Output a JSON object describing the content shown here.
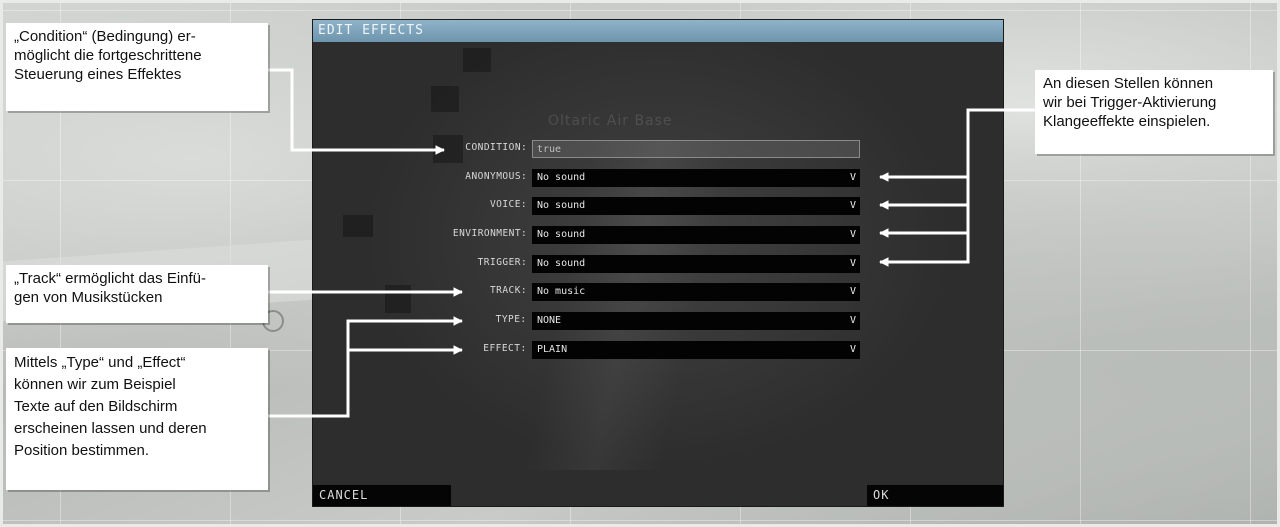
{
  "dialog": {
    "title": "EDIT EFFECTS",
    "background_label": "Oltaric Air Base",
    "condition": {
      "label": "CONDITION:",
      "value": "true"
    },
    "rows": [
      {
        "label": "ANONYMOUS:",
        "value": "No sound",
        "arrow": "V"
      },
      {
        "label": "VOICE:",
        "value": "No sound",
        "arrow": "V"
      },
      {
        "label": "ENVIRONMENT:",
        "value": "No sound",
        "arrow": "V"
      },
      {
        "label": "TRIGGER:",
        "value": "No sound",
        "arrow": "V"
      },
      {
        "label": "TRACK:",
        "value": "No music",
        "arrow": "V"
      },
      {
        "label": "TYPE:",
        "value": "NONE",
        "arrow": "V"
      },
      {
        "label": "EFFECT:",
        "value": "PLAIN",
        "arrow": "V"
      }
    ],
    "cancel_label": "CANCEL",
    "ok_label": "OK"
  },
  "annotations": {
    "condition": [
      "„Condition“ (Bedingung) er-",
      "möglicht die fortgeschrittene",
      "Steuerung eines Effektes"
    ],
    "sounds": [
      "An diesen Stellen können",
      "wir bei Trigger-Aktivierung",
      "Klangeeffekte einspielen."
    ],
    "track": [
      "„Track“ ermöglicht das Einfü-",
      "gen von Musikstücken"
    ],
    "type_effect": [
      "Mittels „Type“ und „Effect“",
      "können wir zum Beispiel",
      "Texte auf den Bildschirm",
      "erscheinen lassen und deren",
      "Position bestimmen."
    ]
  },
  "colors": {
    "titlebar": "#7fa6bd",
    "dialog_bg": "#2d2d2d",
    "field_bg": "#030303",
    "annotation_bg": "#ffffff"
  }
}
